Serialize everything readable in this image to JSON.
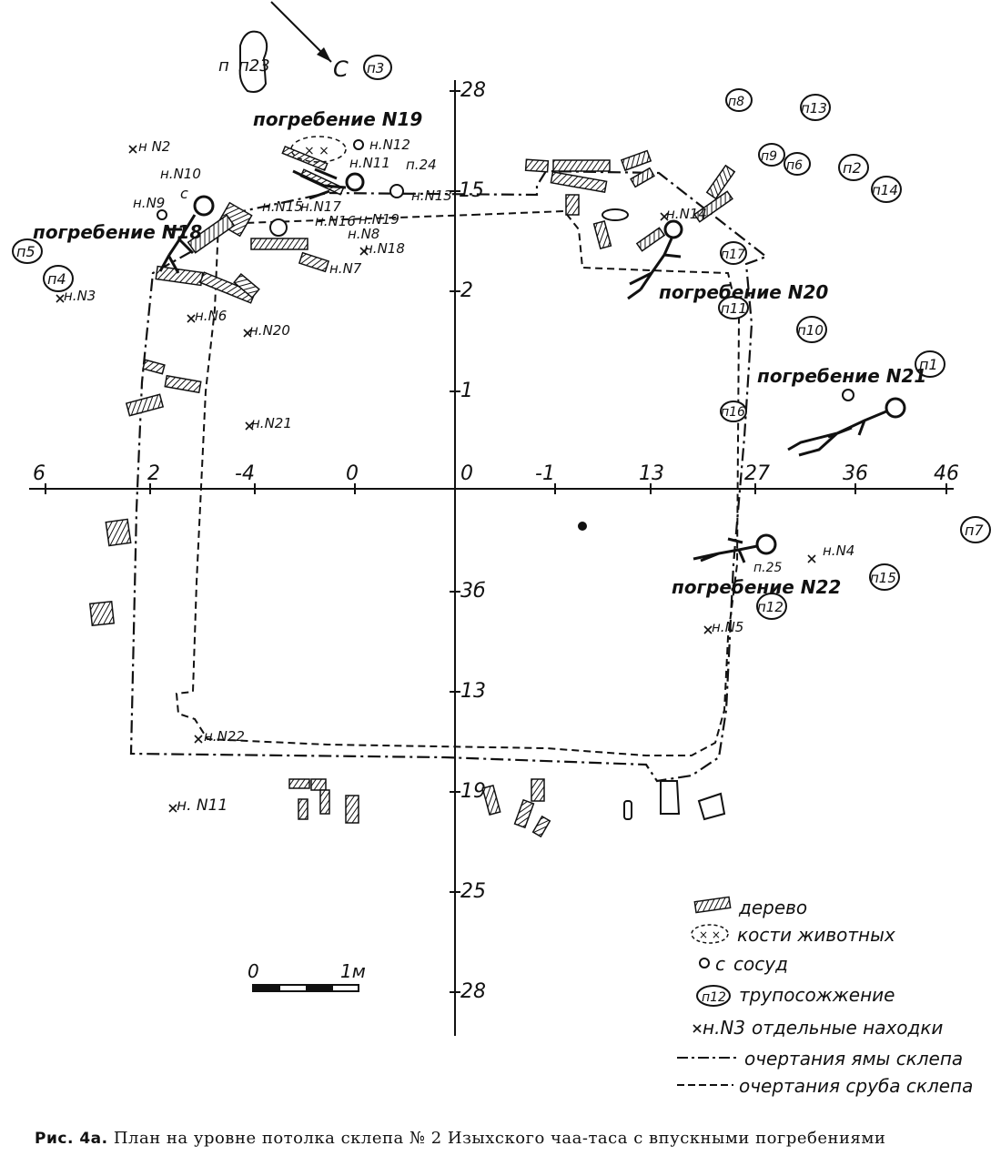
{
  "north_label": "С",
  "burials": [
    {
      "id": "b19",
      "label": "погребение N19"
    },
    {
      "id": "b18",
      "label": "погребение N18"
    },
    {
      "id": "b20",
      "label": "погребение N20"
    },
    {
      "id": "b21",
      "label": "погребение N21"
    },
    {
      "id": "b22",
      "label": "погребение N22"
    }
  ],
  "cremations": [
    "п1",
    "п2",
    "п3",
    "п4",
    "п5",
    "п6",
    "п7",
    "п8",
    "п9",
    "п10",
    "п11",
    "п12",
    "п13",
    "п14",
    "п15",
    "п16",
    "п17",
    "п23"
  ],
  "finds": [
    "н N2",
    "н.N10",
    "н.N9",
    "н.N3",
    "н.N6",
    "н.N20",
    "н.N21",
    "н.N15",
    "н.N17",
    "н.N16",
    "н.N19",
    "н.N8",
    "н.N18",
    "н.N7",
    "н.N11",
    "н.N12",
    "н.N13",
    "н.N14",
    "н.N4",
    "н.N5",
    "н.N22",
    "н. N11",
    "п.24",
    "п.25"
  ],
  "vessel_mark": "с",
  "axis_x_labels": [
    "6",
    "2",
    "-4",
    "0",
    "0",
    "-1",
    "13",
    "27",
    "36",
    "46"
  ],
  "axis_y_labels": [
    "28",
    "15",
    "2",
    "1",
    "3б",
    "13",
    "19",
    "25",
    "28"
  ],
  "scale": {
    "start": "0",
    "end": "1м"
  },
  "legend": [
    {
      "key": "wood",
      "label": "дерево"
    },
    {
      "key": "bones",
      "label": "кости животных"
    },
    {
      "key": "vessel",
      "label": "сосуд",
      "symbol": "с"
    },
    {
      "key": "cremation",
      "label": "трупосожжение",
      "symbol": "п12"
    },
    {
      "key": "find",
      "label": "отдельные находки",
      "symbol": "н.N3"
    },
    {
      "key": "pit",
      "label": "очертания ямы склепа"
    },
    {
      "key": "frame",
      "label": "очертания сруба склепа"
    }
  ],
  "caption": {
    "prefix": "Рис. 4а.",
    "text": "План на уровне потолка склепа № 2 Изыхского чаа-таса с впускными погребениями"
  }
}
